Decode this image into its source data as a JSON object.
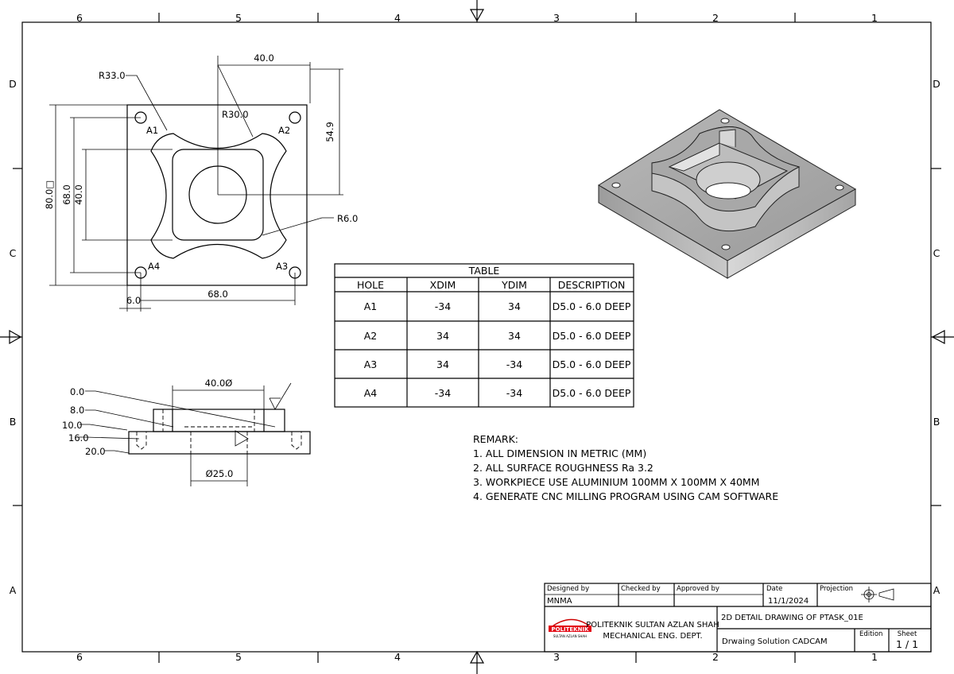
{
  "border": {
    "columns": [
      "6",
      "5",
      "4",
      "3",
      "2",
      "1"
    ],
    "rows": [
      "D",
      "C",
      "B",
      "A"
    ]
  },
  "top_view": {
    "dims": {
      "width_top": "40.0",
      "r_outer": "R33.0",
      "r_mid": "R30.0",
      "r_inner": "R6.0",
      "height_right": "54.9",
      "height_outer": "80.0□",
      "height_68": "68.0",
      "height_40": "40.0",
      "width_68": "68.0",
      "width_6": "6.0"
    },
    "holes": [
      "A1",
      "A2",
      "A3",
      "A4"
    ]
  },
  "hole_table": {
    "title": "TABLE",
    "headers": [
      "HOLE",
      "XDIM",
      "YDIM",
      "DESCRIPTION"
    ],
    "rows": [
      [
        "A1",
        "-34",
        "34",
        "D5.0 - 6.0 DEEP"
      ],
      [
        "A2",
        "34",
        "34",
        "D5.0 - 6.0 DEEP"
      ],
      [
        "A3",
        "34",
        "-34",
        "D5.0 - 6.0 DEEP"
      ],
      [
        "A4",
        "-34",
        "-34",
        "D5.0 - 6.0 DEEP"
      ]
    ]
  },
  "section_view": {
    "levels": [
      "0.0",
      "8.0",
      "10.0",
      "16.0",
      "20.0"
    ],
    "dia_top": "40.0Ø",
    "dia_bottom": "Ø25.0"
  },
  "remark": {
    "title": "REMARK:",
    "items": [
      "1. ALL DIMENSION IN METRIC (MM)",
      "2. ALL SURFACE ROUGHNESS Ra 3.2",
      "3. WORKPIECE USE ALUMINIUM 100MM X 100MM X 40MM",
      "4. GENERATE CNC MILLING PROGRAM USING CAM SOFTWARE"
    ]
  },
  "title_block": {
    "designed_by_label": "Designed by",
    "designed_by": "MNMA",
    "checked_by_label": "Checked by",
    "approved_by_label": "Approved by",
    "date_label": "Date",
    "date": "11/1/2024",
    "projection_label": "Projection",
    "org_line1": "POLITEKNIK SULTAN AZLAN SHAH",
    "org_line2": "MECHANICAL ENG. DEPT.",
    "logo_text": "POLITEKNIK",
    "logo_subtext": "SULTAN AZLAN SHAH",
    "drawing_title": "2D DETAIL DRAWING OF PTASK_01E",
    "drawing_subtitle": "Drwaing Solution CADCAM",
    "edition_label": "Edition",
    "sheet_label": "Sheet",
    "sheet": "1 / 1"
  }
}
